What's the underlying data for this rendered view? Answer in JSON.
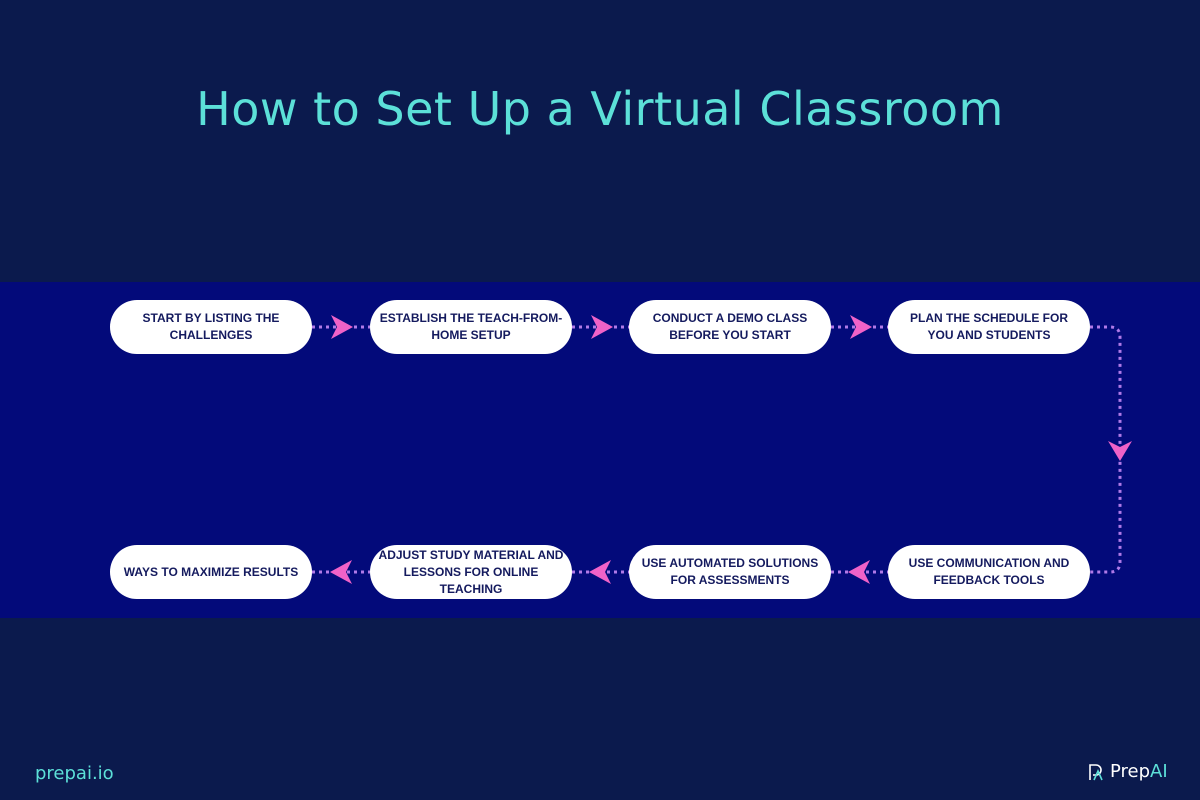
{
  "title": "How to Set Up a Virtual Classroom",
  "steps": [
    {
      "label": "START BY LISTING THE CHALLENGES"
    },
    {
      "label": "ESTABLISH THE TEACH-FROM-HOME SETUP"
    },
    {
      "label": "CONDUCT A DEMO CLASS BEFORE YOU START"
    },
    {
      "label": "PLAN THE SCHEDULE FOR YOU AND STUDENTS"
    },
    {
      "label": "USE COMMUNICATION AND FEEDBACK TOOLS"
    },
    {
      "label": "USE AUTOMATED SOLUTIONS FOR ASSESSMENTS"
    },
    {
      "label": "ADJUST STUDY MATERIAL AND LESSONS FOR ONLINE TEACHING"
    },
    {
      "label": "WAYS TO MAXIMIZE RESULTS"
    }
  ],
  "colors": {
    "background": "#0b1a4d",
    "band": "#030a7a",
    "accent": "#5ce0d8",
    "arrow": "#f062c8",
    "dots": "#b07ae8",
    "node_text": "#141a5e"
  },
  "footer": {
    "site": "prepai.io",
    "brand_prefix": "Prep",
    "brand_suffix": "AI",
    "logo_icon": "prepai-logo-icon"
  }
}
